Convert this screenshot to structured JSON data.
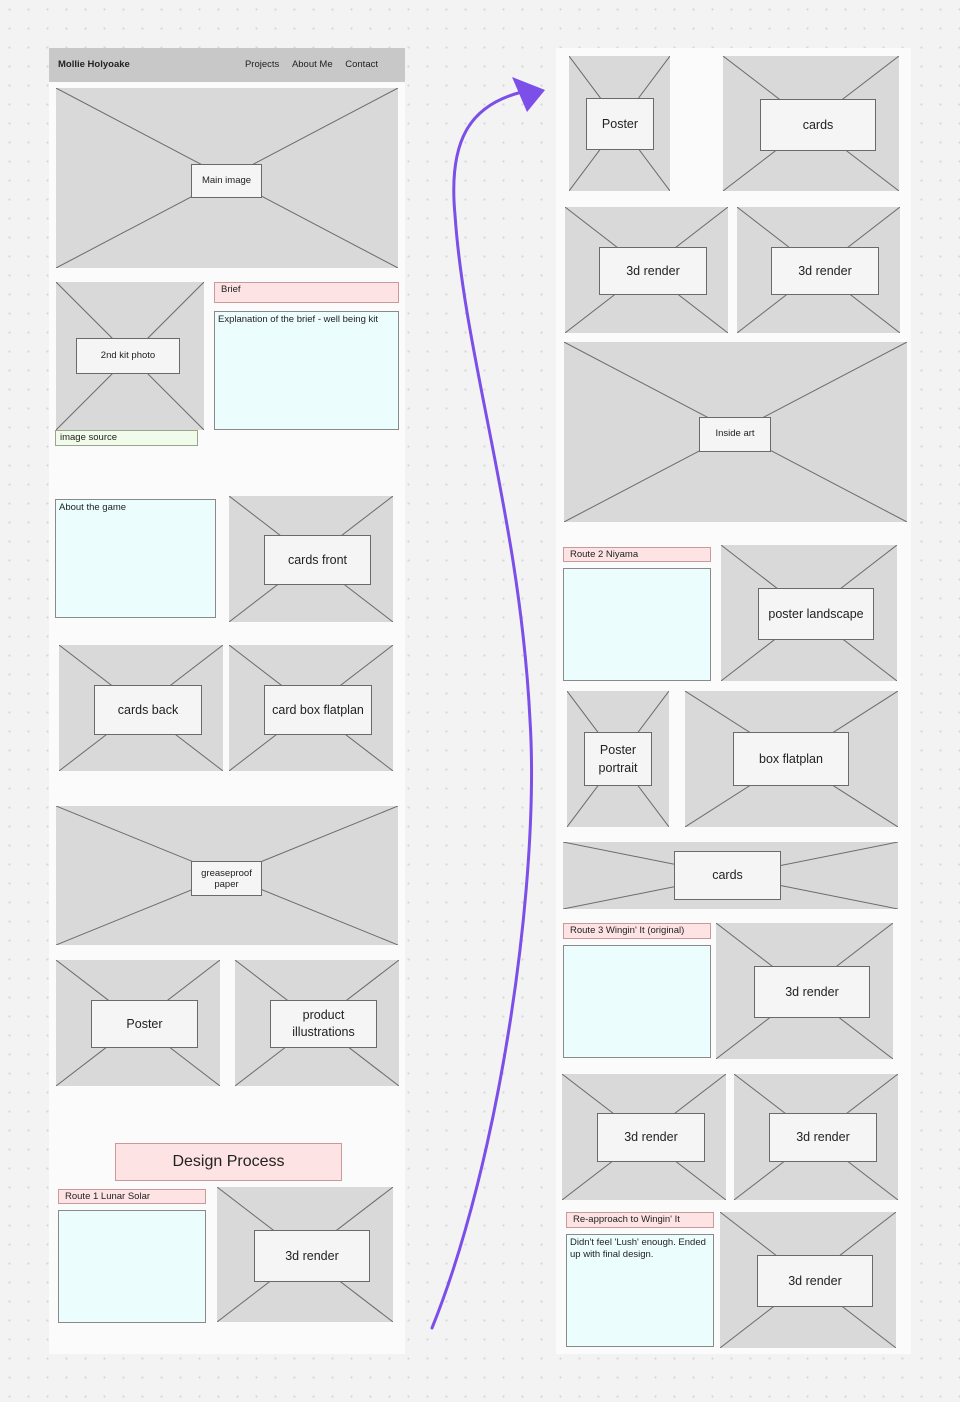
{
  "header": {
    "brand": "Mollie Holyoake",
    "nav": [
      "Projects",
      "About Me",
      "Contact"
    ]
  },
  "left_column": {
    "main_image": "Main image",
    "kit_photo": "2nd kit photo",
    "image_source": "image source",
    "brief_label": "Brief",
    "brief_text": "Explanation of the brief - well being kit",
    "about_text": "About the game",
    "cards_front": "cards front",
    "cards_back": "cards back",
    "card_box_flatplan": "card box flatplan",
    "greaseproof": "greaseproof paper",
    "poster": "Poster",
    "product_illustrations": "product illustrations",
    "design_process": "Design Process",
    "route1_label": "Route 1 Lunar Solar",
    "route1_render": "3d render"
  },
  "right_column": {
    "poster": "Poster",
    "cards": "cards",
    "render_a": "3d render",
    "render_b": "3d render",
    "inside_art": "Inside art",
    "route2_label": "Route 2 Niyama",
    "poster_landscape": "poster landscape",
    "poster_portrait": "Poster portrait",
    "box_flatplan": "box flatplan",
    "cards_banner": "cards",
    "route3_label": "Route 3 Wingin' It (original)",
    "route3_render": "3d render",
    "render_c": "3d render",
    "render_d": "3d render",
    "reapproach_label": "Re-approach to Wingin' It",
    "reapproach_text": "Didn't feel 'Lush' enough. Ended up with final design.",
    "final_render": "3d render"
  },
  "colors": {
    "arrow": "#7b4fe8",
    "placeholder": "#d9d9d9",
    "note_pink": "#fde3e4",
    "note_cyan": "#ecfdfd",
    "note_green": "#f1fbe9",
    "navbar": "#c8c8c8"
  }
}
